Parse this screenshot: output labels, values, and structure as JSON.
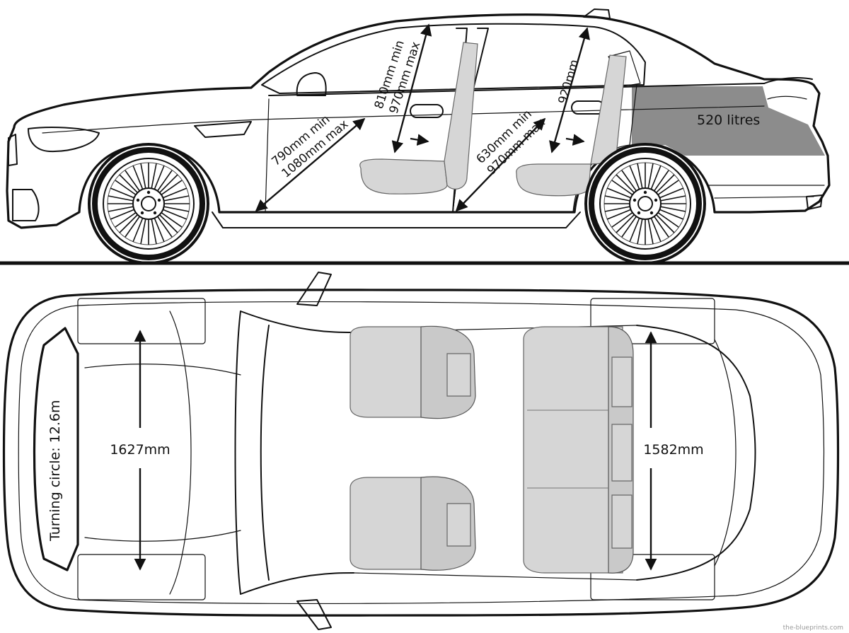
{
  "side_view": {
    "front_legroom": {
      "min": "790mm min",
      "max": "1080mm max"
    },
    "front_headroom": {
      "min": "810mm min",
      "max": "970mm max"
    },
    "rear_legroom": {
      "min": "630mm min",
      "max": "970mm max"
    },
    "rear_headroom": "920mm",
    "boot_volume": "520 litres",
    "boot_fill_color": "#8c8c8c"
  },
  "top_view": {
    "front_track": "1627mm",
    "rear_track": "1582mm",
    "turning_circle": "Turning circle: 12.6m"
  },
  "watermark": "the-blueprints.com"
}
